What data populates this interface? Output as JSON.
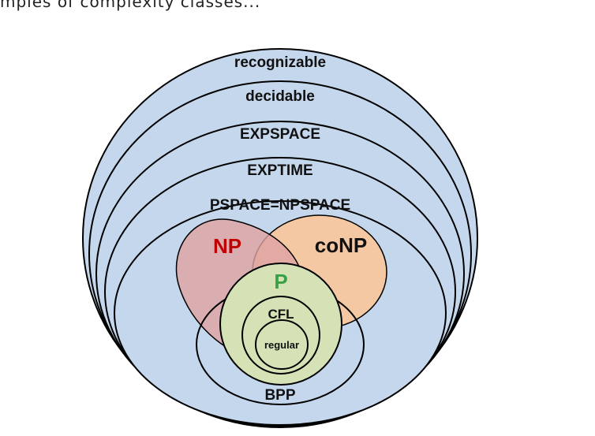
{
  "heading": "mples of complexity classes...",
  "labels": {
    "recognizable": "recognizable",
    "decidable": "decidable",
    "expspace": "EXPSPACE",
    "exptime": "EXPTIME",
    "pspace": "PSPACE=NPSPACE",
    "np": "NP",
    "conp": "coNP",
    "p": "P",
    "cfl": "CFL",
    "regular": "regular",
    "bpp": "BPP"
  },
  "colors": {
    "outer_fill": "#c5d7ec",
    "np_fill": "#dea2a2",
    "conp_fill": "#f7c79b",
    "p_fill": "#d4e2b6",
    "np_text": "#c00000",
    "p_text": "#3aa047",
    "stroke": "#000000"
  }
}
